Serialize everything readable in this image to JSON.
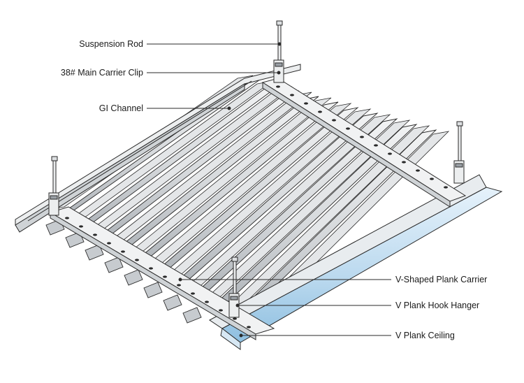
{
  "diagram": {
    "labels": {
      "suspension_rod": "Suspension Rod",
      "main_carrier_clip": "38# Main Carrier Clip",
      "gi_channel": "GI Channel",
      "v_plank_carrier": "V-Shaped Plank Carrier",
      "v_plank_hook_hanger": "V Plank Hook Hanger",
      "v_plank_ceiling": "V Plank Ceiling"
    },
    "colors": {
      "line": "#2a2a2a",
      "plank_face": "#d9dcdf",
      "plank_shadow": "#b9bec3",
      "channel": "#eceeef",
      "highlight_plank": "#b9d8ee"
    }
  }
}
